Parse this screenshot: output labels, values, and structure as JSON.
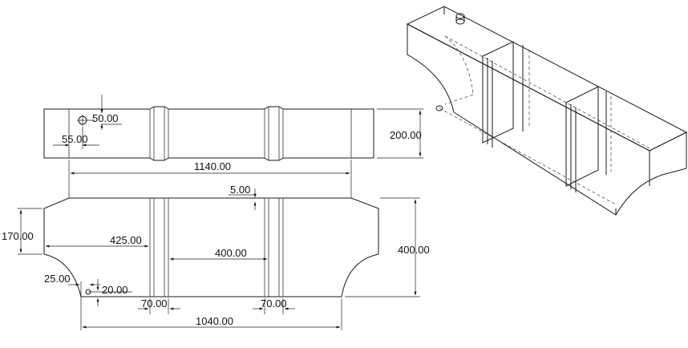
{
  "dimensions": {
    "top_hole_diameter": "50.00",
    "top_hole_offset": "55.00",
    "top_height": "200.00",
    "top_overall_length": "1140.00",
    "band_thickness": "5.00",
    "front_left_height": "170.00",
    "front_left_band_position": "425.00",
    "band_spacing": "400.00",
    "front_height": "400.00",
    "hole_x_offset": "25.00",
    "hole_y_offset": "20.00",
    "band_width_left": "70.00",
    "band_width_right": "70.00",
    "bottom_length": "1040.00"
  },
  "colors": {
    "line": "#1a1a1a",
    "background": "#ffffff",
    "text": "#111111"
  }
}
